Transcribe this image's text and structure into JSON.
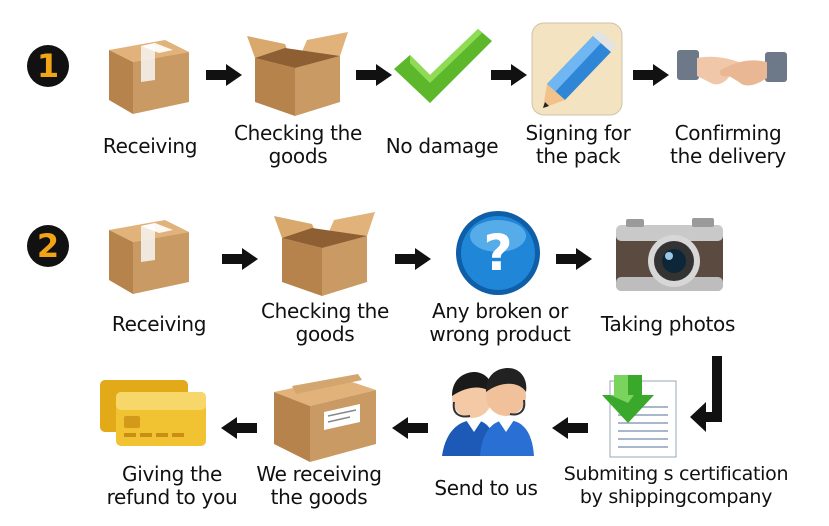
{
  "process_1": {
    "number": "1",
    "steps": [
      {
        "icon": "closed-box-icon",
        "lines": [
          "Receiving"
        ]
      },
      {
        "icon": "open-box-icon",
        "lines": [
          "Checking the",
          "goods"
        ]
      },
      {
        "icon": "green-checkmark-icon",
        "lines": [
          "No damage"
        ]
      },
      {
        "icon": "pencil-icon",
        "lines": [
          "Signing for",
          "the pack"
        ]
      },
      {
        "icon": "handshake-icon",
        "lines": [
          "Confirming",
          "the delivery"
        ]
      }
    ]
  },
  "process_2": {
    "number": "2",
    "steps": [
      {
        "icon": "closed-box-icon",
        "lines": [
          "Receiving"
        ]
      },
      {
        "icon": "open-box-icon",
        "lines": [
          "Checking the",
          "goods"
        ]
      },
      {
        "icon": "question-mark-icon",
        "lines": [
          "Any broken or",
          "wrong product"
        ]
      },
      {
        "icon": "camera-icon",
        "lines": [
          "Taking photos"
        ]
      },
      {
        "icon": "document-download-icon",
        "lines": [
          "Submiting s certification",
          "by shippingcompany"
        ]
      },
      {
        "icon": "support-agents-icon",
        "lines": [
          "Send to us"
        ]
      },
      {
        "icon": "sealed-box-icon",
        "lines": [
          "We receiving",
          "the goods"
        ]
      },
      {
        "icon": "credit-cards-icon",
        "lines": [
          "Giving the",
          "refund to you"
        ]
      }
    ]
  },
  "colors": {
    "badge_bg": "#111111",
    "badge_text": "#f2a417",
    "box": "#c99a63",
    "check": "#5cb82a",
    "question": "#1f86d8",
    "card": "#f1c232"
  }
}
